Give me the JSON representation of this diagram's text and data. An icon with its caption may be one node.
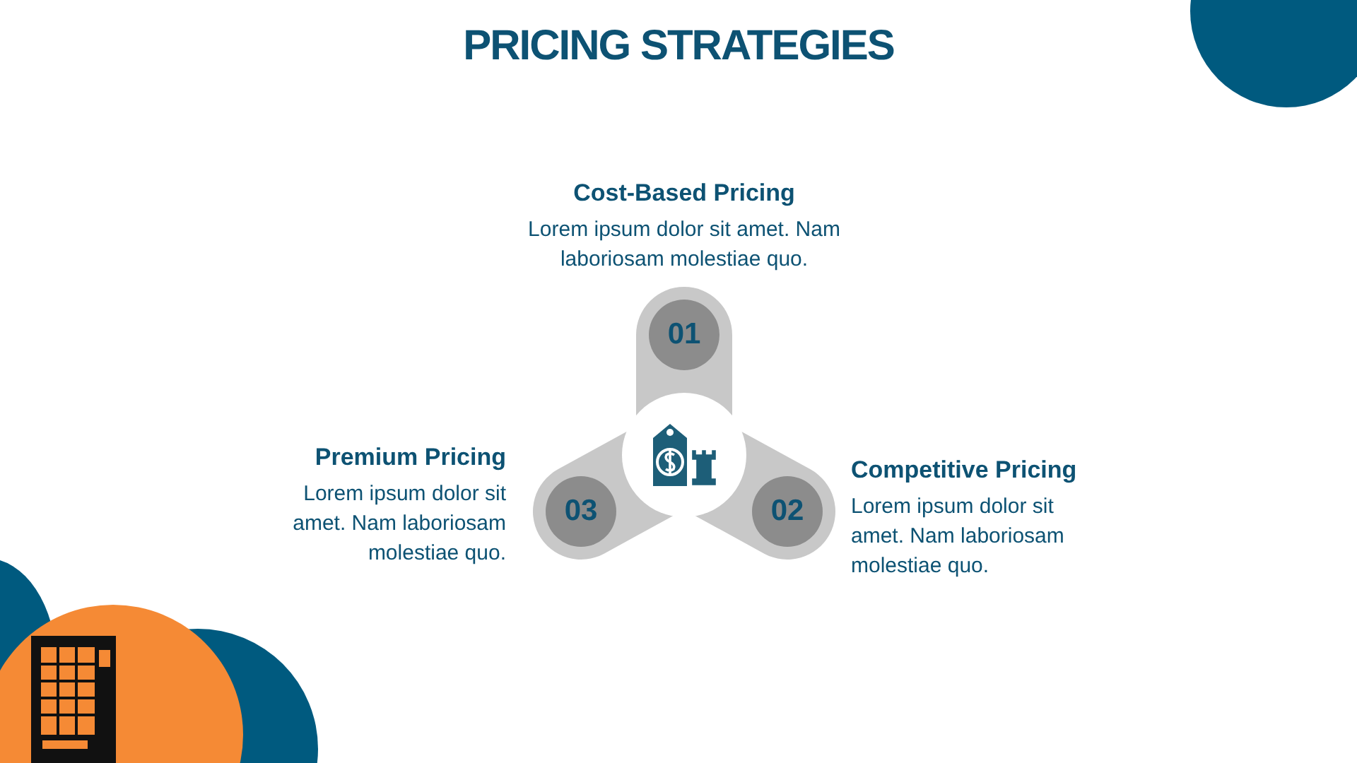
{
  "diagram": {
    "title": "PRICING STRATEGIES",
    "nodes": [
      {
        "text": [],
        "shape": "picture"
      },
      {
        "text": [
          "01"
        ],
        "beside": [
          "Cost-Based Pricing",
          "Lorem ipsum dolor sit amet. Nam laboriosam molestiae quo."
        ]
      },
      {
        "text": [
          "02"
        ],
        "beside": [
          "Competitive Pricing",
          "Lorem ipsum dolor sit amet. Nam laboriosam molestiae quo."
        ]
      },
      {
        "text": [
          "03"
        ],
        "beside": [
          "Premium Pricing",
          "Lorem ipsum dolor sit amet. Nam laboriosam molestiae quo."
        ]
      }
    ]
  }
}
